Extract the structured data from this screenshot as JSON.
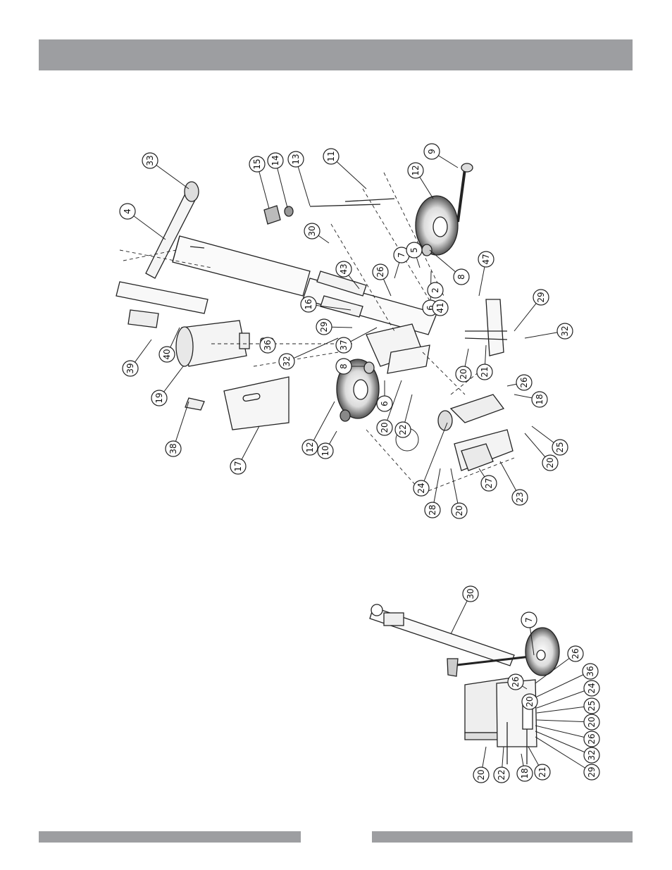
{
  "header": {
    "bar_color": "#9d9ea1"
  },
  "footer": {
    "bar_color": "#9d9ea1"
  },
  "exploded_view": {
    "callouts": [
      {
        "n": "33"
      },
      {
        "n": "4"
      },
      {
        "n": "15"
      },
      {
        "n": "14"
      },
      {
        "n": "13"
      },
      {
        "n": "11"
      },
      {
        "n": "9"
      },
      {
        "n": "12"
      },
      {
        "n": "30"
      },
      {
        "n": "7"
      },
      {
        "n": "5"
      },
      {
        "n": "47"
      },
      {
        "n": "43"
      },
      {
        "n": "26"
      },
      {
        "n": "2"
      },
      {
        "n": "8"
      },
      {
        "n": "6"
      },
      {
        "n": "16"
      },
      {
        "n": "41"
      },
      {
        "n": "29"
      },
      {
        "n": "29"
      },
      {
        "n": "32"
      },
      {
        "n": "36"
      },
      {
        "n": "37"
      },
      {
        "n": "32"
      },
      {
        "n": "39"
      },
      {
        "n": "40"
      },
      {
        "n": "19"
      },
      {
        "n": "8"
      },
      {
        "n": "20"
      },
      {
        "n": "21"
      },
      {
        "n": "26"
      },
      {
        "n": "18"
      },
      {
        "n": "12"
      },
      {
        "n": "6"
      },
      {
        "n": "20"
      },
      {
        "n": "22"
      },
      {
        "n": "38"
      },
      {
        "n": "10"
      },
      {
        "n": "17"
      },
      {
        "n": "24"
      },
      {
        "n": "25"
      },
      {
        "n": "20"
      },
      {
        "n": "28"
      },
      {
        "n": "20"
      },
      {
        "n": "27"
      },
      {
        "n": "23"
      }
    ]
  },
  "side_view": {
    "callouts": [
      {
        "n": "30"
      },
      {
        "n": "7"
      },
      {
        "n": "26"
      },
      {
        "n": "36"
      },
      {
        "n": "26"
      },
      {
        "n": "24"
      },
      {
        "n": "25"
      },
      {
        "n": "20"
      },
      {
        "n": "20"
      },
      {
        "n": "26"
      },
      {
        "n": "32"
      },
      {
        "n": "29"
      },
      {
        "n": "21"
      },
      {
        "n": "18"
      },
      {
        "n": "22"
      },
      {
        "n": "20"
      }
    ]
  }
}
